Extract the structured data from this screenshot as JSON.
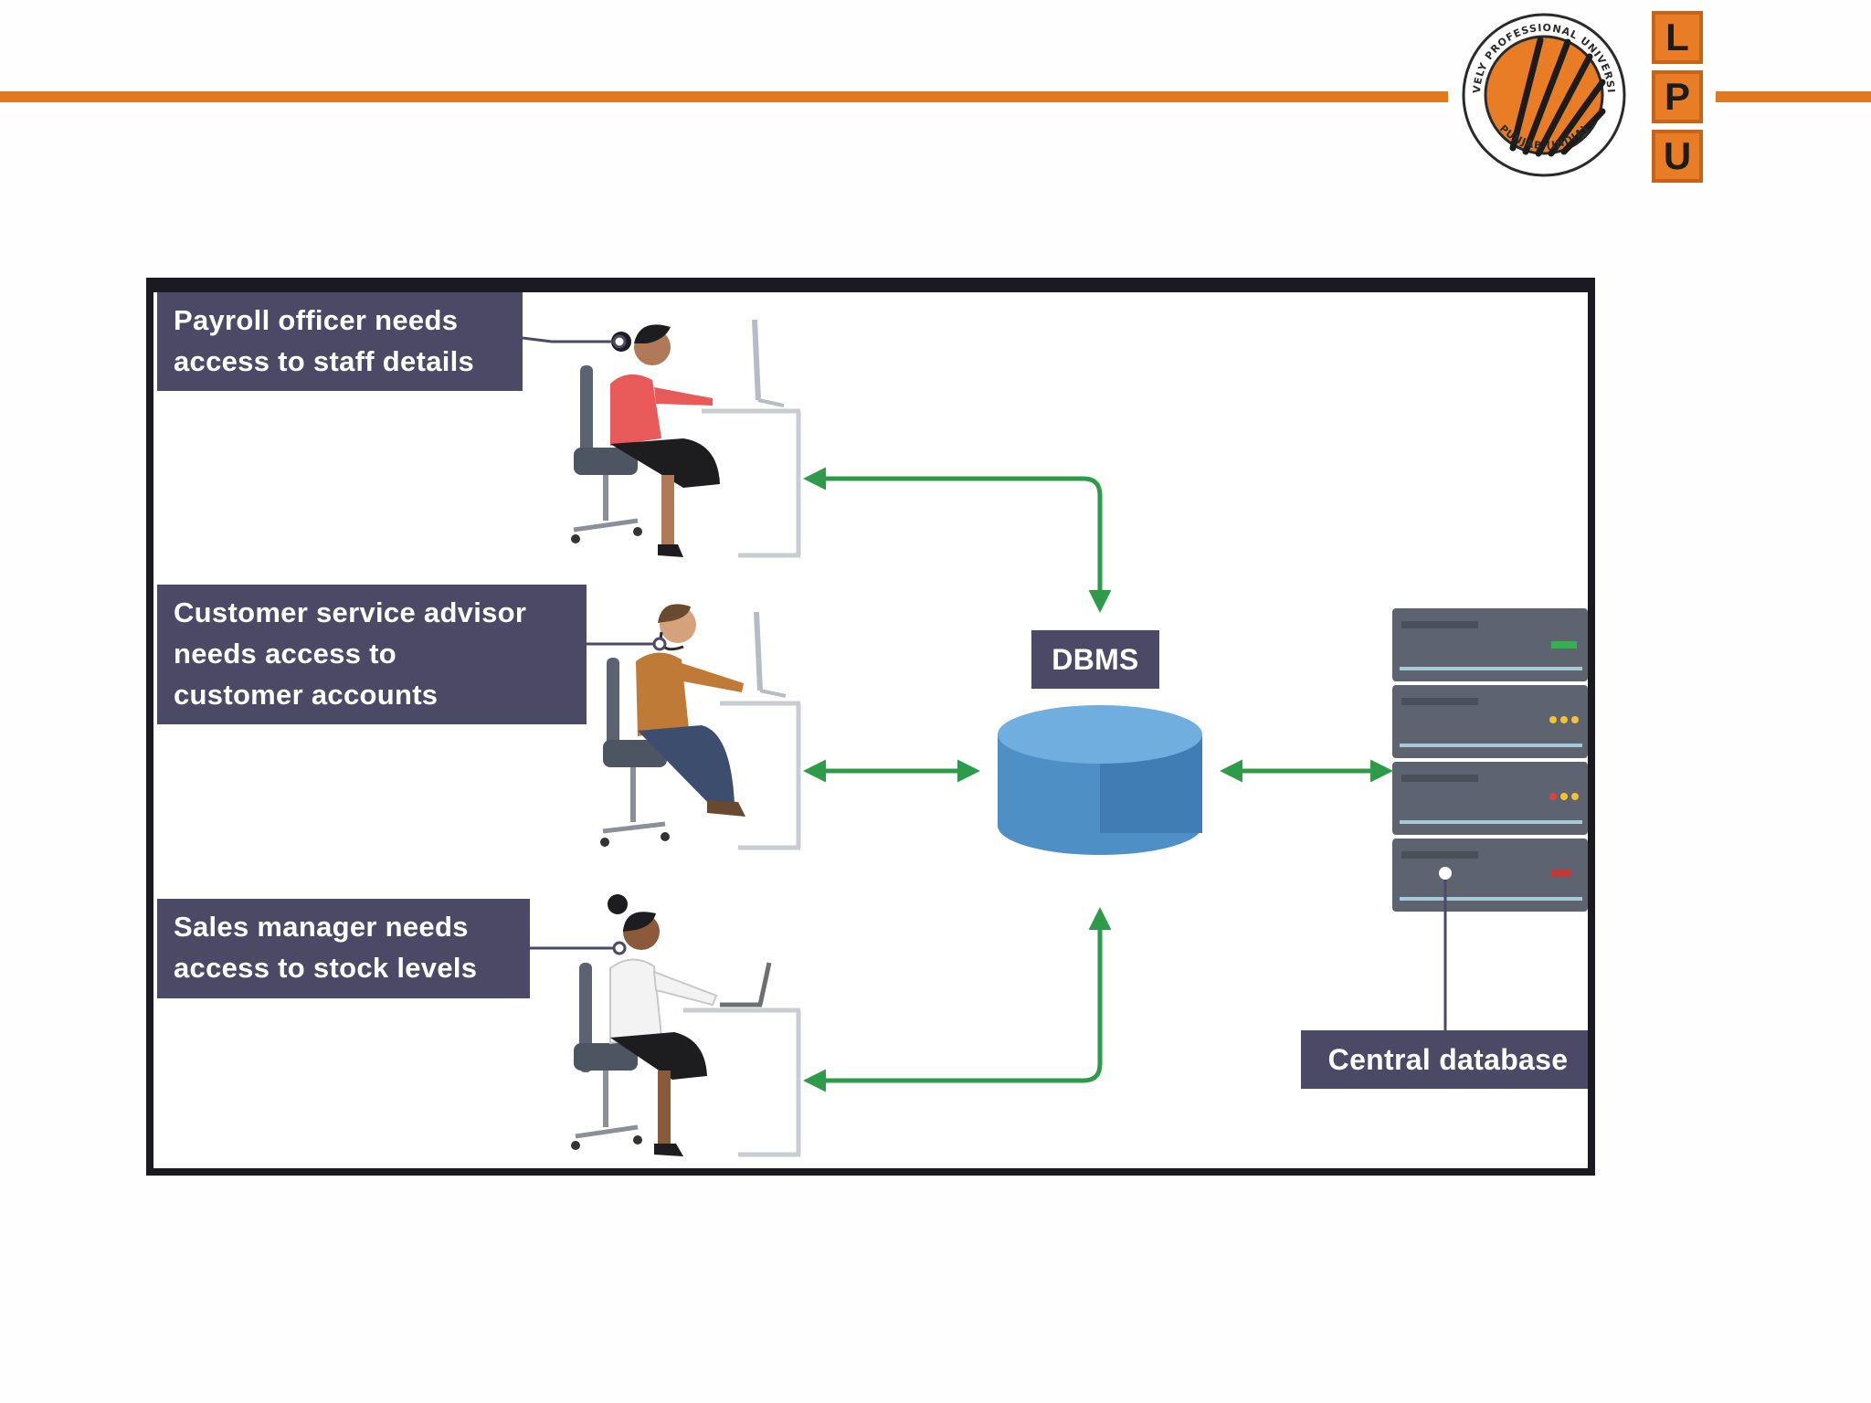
{
  "header": {
    "rule_color": "#e0781f",
    "logo": {
      "name": "Lovely Professional University",
      "seal_text_top": "LOVELY PROFESSIONAL UNIVERSITY",
      "seal_text_bottom": "PUNJAB (INDIA)",
      "letters": [
        "L",
        "P",
        "U"
      ],
      "accent_color": "#e87d26"
    }
  },
  "diagram": {
    "users": [
      {
        "icon": "payroll-officer-figure",
        "label": "Payroll officer needs\naccess to staff details"
      },
      {
        "icon": "customer-service-advisor-figure",
        "label": "Customer service advisor\nneeds access to\ncustomer accounts"
      },
      {
        "icon": "sales-manager-figure",
        "label": "Sales manager needs\naccess to stock levels"
      }
    ],
    "dbms": {
      "label": "DBMS",
      "icon": "database-cylinder"
    },
    "server": {
      "label": "Central database",
      "icon": "server-rack"
    },
    "connector_color": "#2e9b4a",
    "label_color": "#4b4966"
  }
}
